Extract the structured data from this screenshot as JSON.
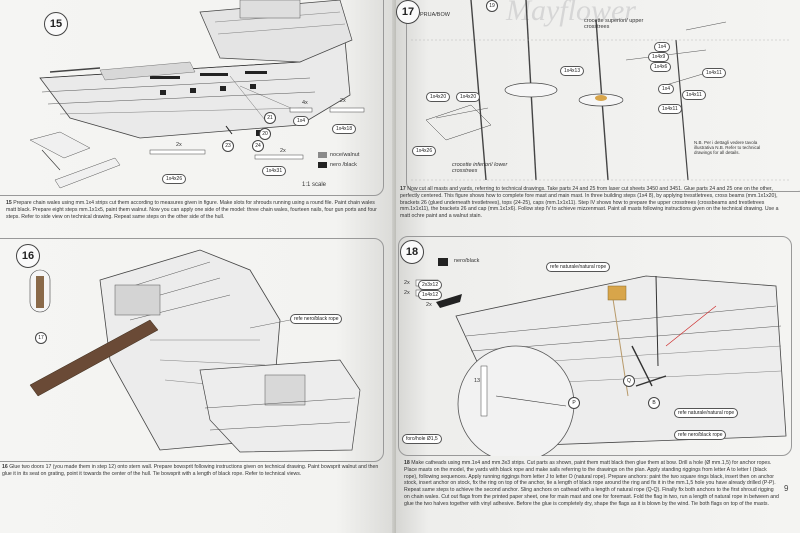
{
  "left_page": {
    "step15": {
      "number": "15",
      "labels": {
        "p20": "20",
        "p21": "21",
        "p23": "23",
        "p24": "24",
        "p2x_a": "2x",
        "p2x_b": "2x",
        "p2x_c": "2x",
        "p4x": "4x",
        "s1x4": "1x4",
        "s1x4x18": "1x4x18",
        "s1x4x26": "1x4x26",
        "s1x4x31": "1x4x31"
      },
      "legend": [
        {
          "label": "noce/walnut",
          "color": "#8a8a8a"
        },
        {
          "label": "nero /black",
          "color": "#222222"
        }
      ],
      "scale": "1:1 scale",
      "caption_number": "15",
      "caption": "Prepare chain wales using mm.1x4 strips cut them according to measures given in figure. Make slots for shrouds running using a round file. Paint chain wales matt black. Prepare eight steps mm.1x1x5, paint them walnut. Now you can apply one side of the model: three chain wales, fourteen nails, four gun ports and four steps. Refer to side view on technical drawing. Repeat same steps on the other side of the hull."
    },
    "step16": {
      "number": "16",
      "labels": {
        "p17": "17",
        "rope": "refe nero/black rope"
      },
      "caption_number": "16",
      "caption": "Glue two doors 17 (you made them in step 12) onto stern wall. Prepare bowsprit following instructions given on technical drawing. Paint bowsprit walnut and then glue it in its seat on grating, point it towards the center of the hull. Tie bowsprit with a length of black rope. Refer to technical views."
    }
  },
  "right_page": {
    "watermark": "Mayflower",
    "step17": {
      "number": "17",
      "labels": {
        "prua": "PRUA/BOW",
        "p19": "19",
        "crosette_sup": "crocette superiori/ upper crosstrees",
        "crosette_inf": "crocette inferiori/ lower crosstrees",
        "s1x4a": "1x4",
        "s1x4b": "1x4",
        "s1x4x13": "1x4x13",
        "s1x4x20": "1x4x20",
        "s1x4x20b": "1x4x20",
        "s1x4x26": "1x4x26",
        "s1x4x11": "1x4x11",
        "s1x4x11b": "1x4x11",
        "s1x4x11c": "1x4x11",
        "s1x4x6": "1x4x6",
        "s1x4x9": "1x4x9",
        "note": "N.B. Per i dettagli vedere tavola illustrativa N.B. Refer to technical drawings for all details."
      },
      "caption_number": "17",
      "caption": "Now cut all masts and yards, referring to technical drawings. Take parts 24 and 25 from laser cut sheets 3450 and 3451. Glue parts 24 and 25 one on the other, perfectly centered. This figure shows how to complete fore mast and main mast. In three building steps (1x4 8), by applying tresstletrees, cross beams (mm.1x1x20), brackets 26 (glued underneath trestletrees), tops (24-25), caps (mm.1x1x11). Step IV shows how to prepare the upper crosstrees (crossbeams and trestletrees mm.1x1x11), the brackets 26 and cap (mm.1x1x6). Follow step IV to achieve mizzenmast. Paint all masts following instructions given on the technical drawing. Use a matt ochre paint and a walnut stain."
    },
    "step18": {
      "number": "18",
      "labels": {
        "nero": "nero/black",
        "x2a": "2x",
        "x2b": "2x",
        "x2c": "2x",
        "s2x3x12": "2x3x12",
        "s1x4x12": "1x4x12",
        "rope_natural_top": "refe naturale/natural rope",
        "rope_natural_bot": "refe naturale/natural rope",
        "rope_black": "refe nero/black rope",
        "foro": "foro/hole Ø1,5",
        "h13": "13",
        "hP": "P",
        "hQ": "Q",
        "hB": "B"
      },
      "caption_number": "18",
      "caption": "Make catheads using mm.1x4 and mm.3x3 strips. Cut parts as shown, paint them matt black then glue them at bow. Drill a hole (Ø mm.1,5) for anchor ropes. Place masts on the model, the yards with black rope and make sails referring to the drawings on the plan. Apply standing riggings from letter A to letter I (black rope), following sequences. Apply running riggings from letter J to letter O (natural rope). Prepare anchors: paint the two square rings black, insert then on anchor stock, insert anchor on stock, fix the ring on top of the anchor, tie a length of black rope around the ring and fix it in the mm.1,5 hole you have already drilled (P-P). Repeat same steps to achieve the second anchor. Sling anchors on cathead with a length of natural rope (Q-Q). Finally fix both anchors to the first shroud rigging on chain wales. Cut out flags from the printed paper sheet, one for main mast and one for foremast. Fold the flag in two, run a length of natural rope in between and glue the two halves together with vinyl adhesive. Before the glue is completely dry, shape the flags as it is blown by the wind. Tie both flags on top of the masts."
    },
    "page_number": "9"
  }
}
